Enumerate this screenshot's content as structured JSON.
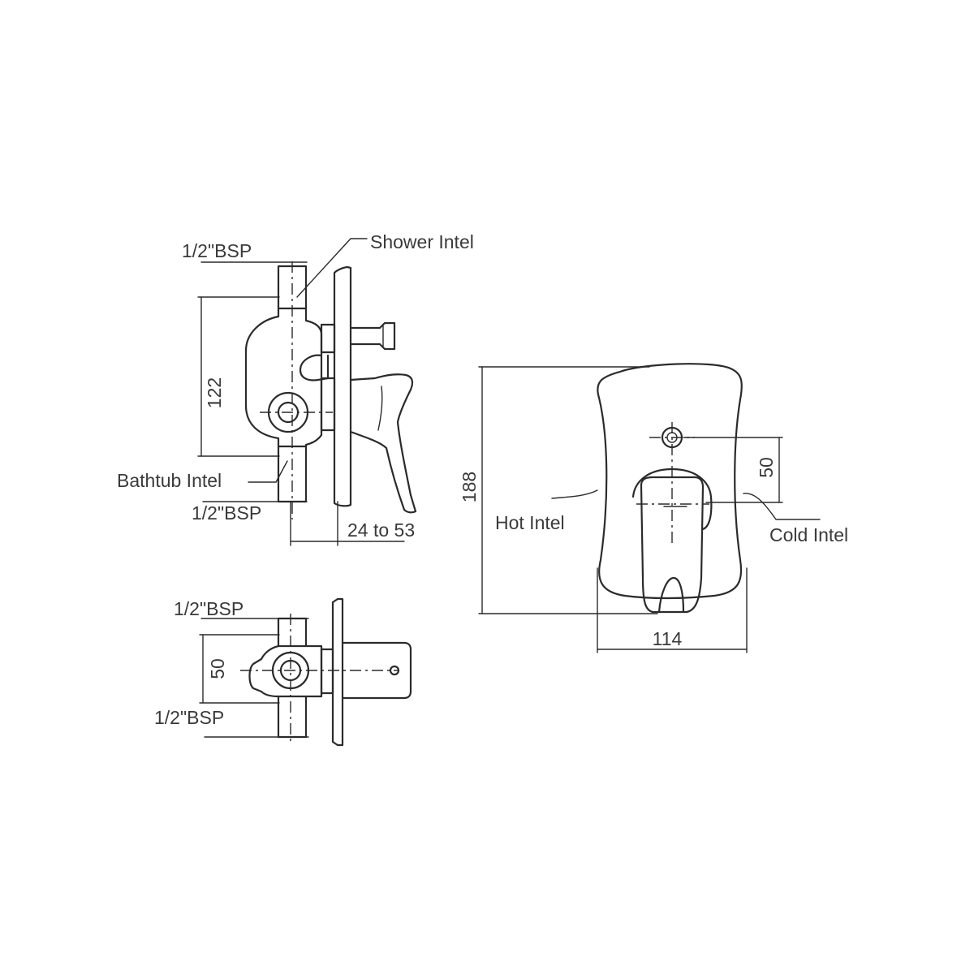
{
  "side_view": {
    "top_thread": "1/2\"BSP",
    "shower_label": "Shower Intel",
    "height_dim": "122",
    "bathtub_label": "Bathtub Intel",
    "bottom_thread": "1/2\"BSP",
    "depth_dim": "24 to 53"
  },
  "diverter_view": {
    "top_thread": "1/2\"BSP",
    "spacing_dim": "50",
    "bottom_thread": "1/2\"BSP"
  },
  "front_view": {
    "height_dim": "188",
    "offset_dim": "50",
    "hot_label": "Hot Intel",
    "cold_label": "Cold Intel",
    "width_dim": "114"
  }
}
